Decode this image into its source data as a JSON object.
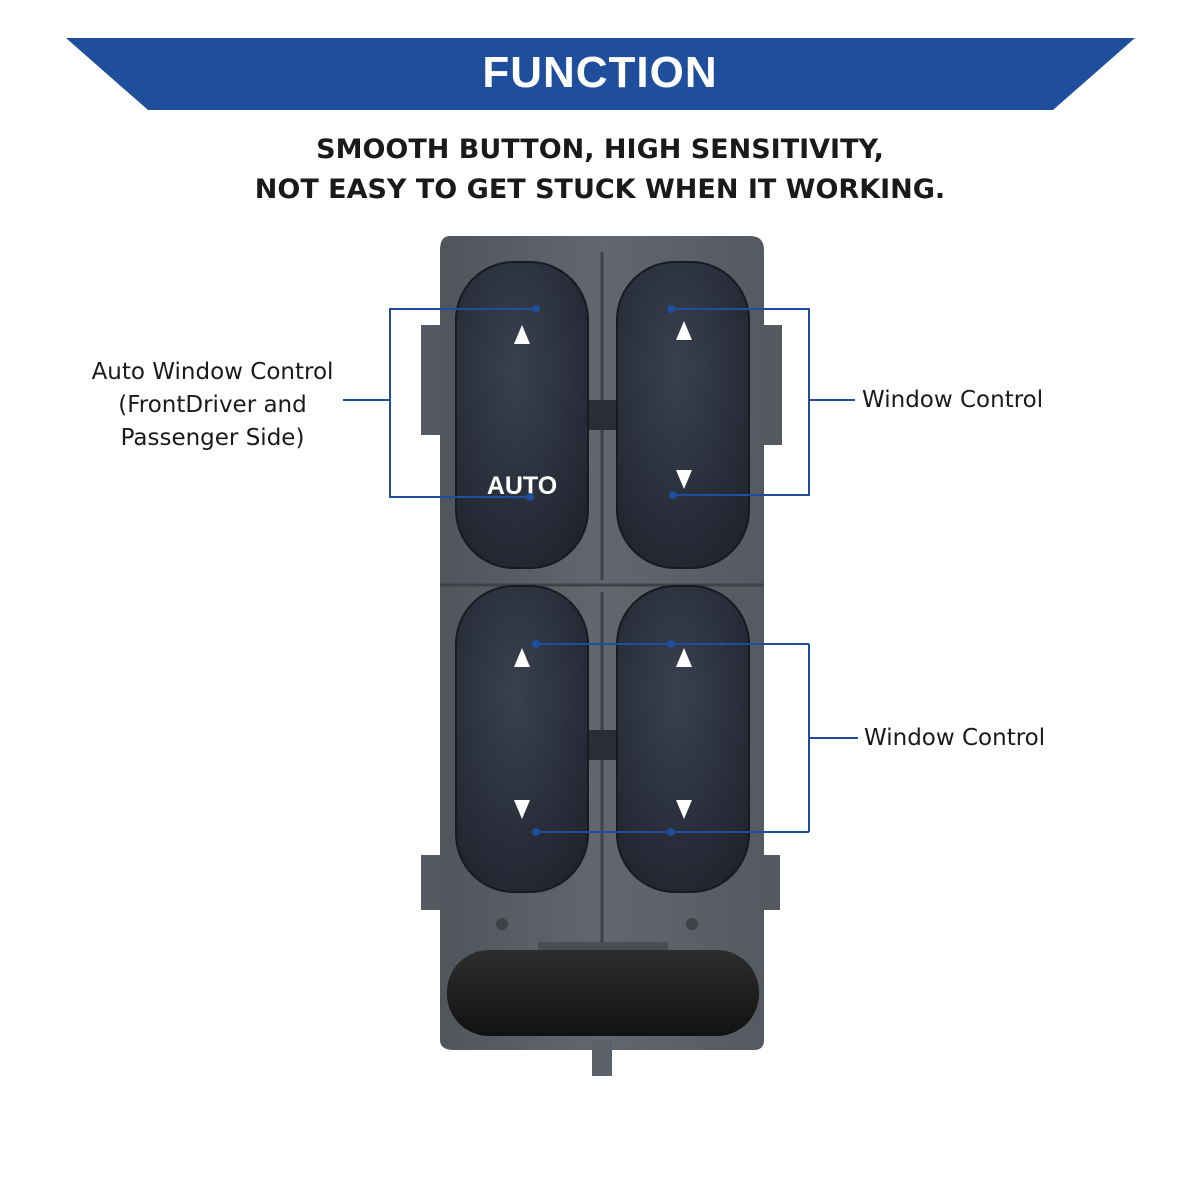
{
  "banner": {
    "title": "FUNCTION",
    "color": "#1e4e9c"
  },
  "subtitle": {
    "line1": "SMOOTH BUTTON, HIGH SENSITIVITY,",
    "line2": "NOT EASY TO GET STUCK WHEN IT WORKING."
  },
  "callouts": {
    "left": {
      "line1": "Auto Window Control",
      "line2": "(FrontDriver and",
      "line3": "Passenger Side)"
    },
    "right_top": "Window Control",
    "right_bottom": "Window Control"
  },
  "switch": {
    "auto_label": "AUTO",
    "up_icon": "triangle-up-icon",
    "down_icon": "triangle-down-icon",
    "panel_color": "#5c6167",
    "button_color": "#2a2f3b"
  },
  "colors": {
    "callout_line": "#1e4e9c",
    "text": "#1a1a1a"
  }
}
